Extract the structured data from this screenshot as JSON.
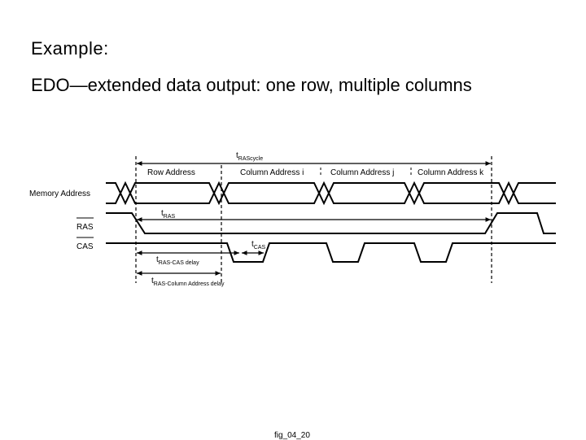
{
  "slide": {
    "heading": "Example:",
    "subtitle": "EDO—extended data output: one row, multiple columns"
  },
  "diagram": {
    "signals": {
      "memory_address": "Memory Address",
      "ras": "RAS",
      "cas": "CAS"
    },
    "address_labels": {
      "row": "Row Address",
      "col_i": "Column Address i",
      "col_j": "Column Address j",
      "col_k": "Column Address k"
    },
    "timings": {
      "ras_cycle": {
        "main": "t",
        "sub": "RAScycle"
      },
      "ras": {
        "main": "t",
        "sub": "RAS"
      },
      "cas": {
        "main": "t",
        "sub": "CAS"
      },
      "ras_cas_delay": {
        "main": "t",
        "sub": "RAS-CAS delay"
      },
      "ras_col_delay": {
        "main": "t",
        "sub": "RAS-Column Address delay"
      }
    },
    "figure_label": "fig_04_20"
  }
}
